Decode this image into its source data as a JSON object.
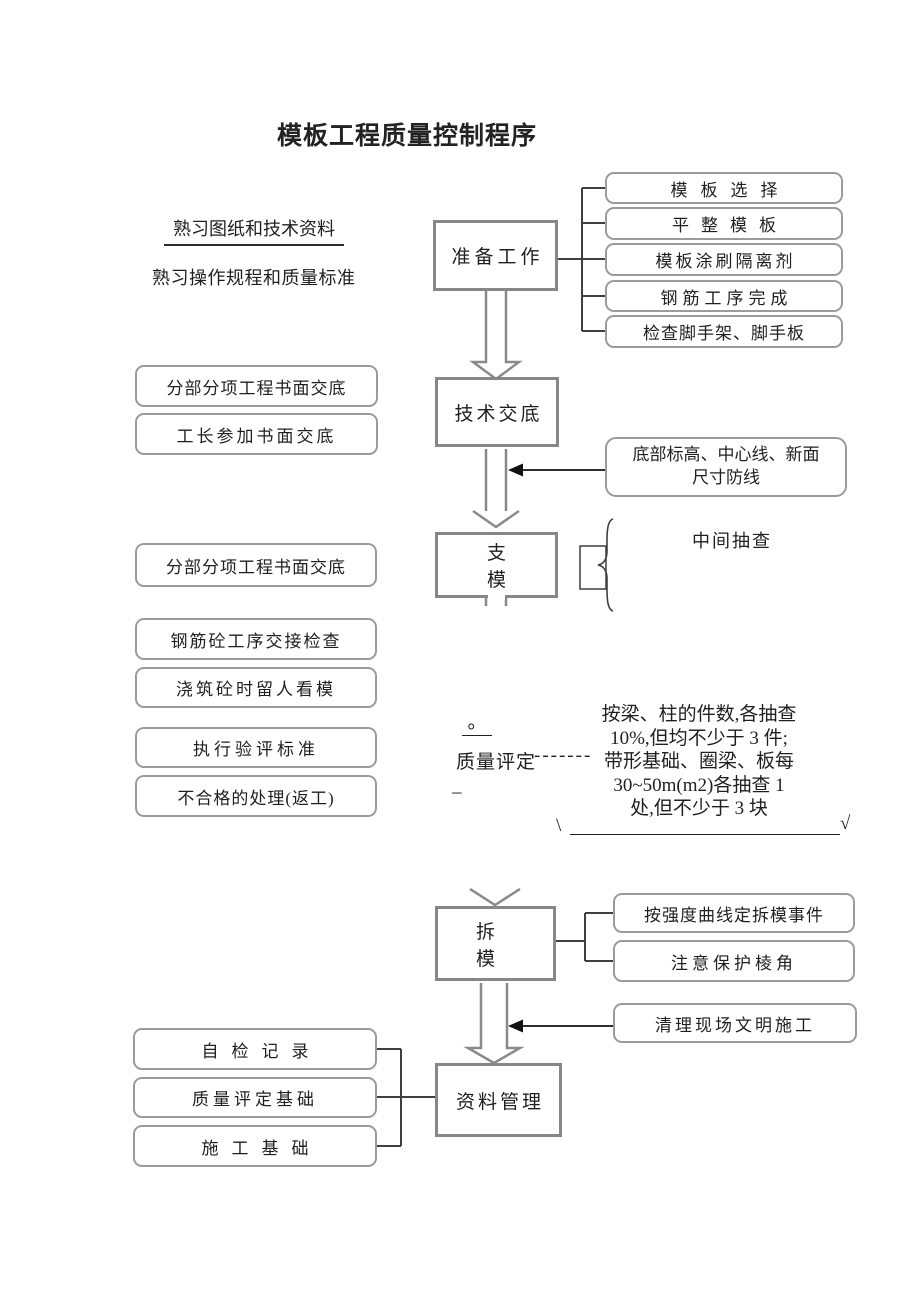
{
  "title": "模板工程质量控制程序",
  "notes": {
    "study_drawings": "熟习图纸和技术资料",
    "study_rules": "熟习操作规程和质量标准"
  },
  "process": {
    "prepare": "准备工作",
    "tech_briefing": "技术交底",
    "erect_formwork": "支模",
    "strike_formwork": "拆模",
    "data_management": "资料管理"
  },
  "prepare_items": [
    "模板选择",
    "平整模板",
    "模板涂刷隔离剂",
    "钢筋工序完成",
    "检查脚手架、脚手板"
  ],
  "briefing_items": [
    "分部分项工程书面交底",
    "工长参加书面交底"
  ],
  "elevation_note": {
    "line1": "底部标高、中心线、新面",
    "line2": "尺寸防线"
  },
  "mid_inspection": "中间抽查",
  "support_items": [
    "分部分项工程书面交底",
    "钢筋砼工序交接检查",
    "浇筑砼时留人看模",
    "执行验评标准",
    "不合格的处理(返工)"
  ],
  "quality_assessment": {
    "degree_mark": "。",
    "label": "质量评定",
    "dashes": "-------",
    "detail_lines": [
      "按梁、柱的件数,各抽查",
      "10%,但均不少于 3 件;",
      "带形基础、圈梁、板每",
      "30~50m(m2)各抽查 1",
      "处,但不少于 3 块"
    ],
    "backslash": "\\",
    "tick": "√",
    "underscore": "_"
  },
  "strike_items": [
    "按强度曲线定拆模事件",
    "注意保护棱角"
  ],
  "cleanup_item": "清理现场文明施工",
  "record_items": [
    "自检记录",
    "质量评定基础",
    "施工基础"
  ],
  "colors": {
    "process_border": "#878787",
    "rounded_border": "#9b9b9b",
    "connector": "#3f3f3f",
    "arrow_outline": "#8a8a8a",
    "thin_arrow": "#111111",
    "text": "#1f1f1f"
  }
}
